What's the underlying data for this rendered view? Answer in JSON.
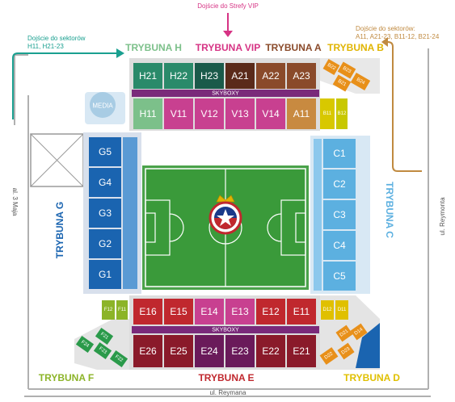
{
  "colors": {
    "trybuna_h": "#7cc08a",
    "trybuna_vip": "#d63384",
    "trybuna_a": "#8a4a2a",
    "trybuna_b": "#e0b400",
    "trybuna_c": "#5cb0e0",
    "trybuna_d": "#e0c000",
    "trybuna_e": "#c0282e",
    "trybuna_f": "#8cb428",
    "trybuna_g": "#1a64b0",
    "skyboxy": "#7a2a7a",
    "pitch": "#3a9a3a",
    "arrow_vip": "#d63384",
    "arrow_left": "#1aa090",
    "arrow_right": "#c08a40",
    "outer_wall": "#9a9a9a"
  },
  "annotations": {
    "vip_entrance": "Dojście do Strefy VIP",
    "left_entrance_line1": "Dojście do sektorów",
    "left_entrance_line2": "H11, H21-23",
    "right_entrance_line1": "Dojście do sektorów:",
    "right_entrance_line2": "A11, A21-23, B11-12, B21-24"
  },
  "stands": {
    "h": "TRYBUNA H",
    "vip": "TRYBUNA VIP",
    "a": "TRYBUNA A",
    "b": "TRYBUNA B",
    "c": "TRYBUNA C",
    "d": "TRYBUNA D",
    "e": "TRYBUNA E",
    "f": "TRYBUNA F",
    "g": "TRYBUNA G"
  },
  "streets": {
    "left": "al. 3 Maja",
    "right": "ul. Reymonta",
    "bottom": "ul. Reymana"
  },
  "media": "MEDIA",
  "skyboxy_north": "SKYBOXY",
  "skyboxy_south": "SKYBOXY",
  "sectors": {
    "north_upper": [
      {
        "label": "H21",
        "color": "#2a8a6a"
      },
      {
        "label": "H22",
        "color": "#2a8a6a"
      },
      {
        "label": "H23",
        "color": "#1a5a4a"
      },
      {
        "label": "A21",
        "color": "#5a2a1a"
      },
      {
        "label": "A22",
        "color": "#8a4a2a"
      },
      {
        "label": "A23",
        "color": "#8a4a2a"
      }
    ],
    "north_lower": [
      {
        "label": "H11",
        "color": "#7cc08a"
      },
      {
        "label": "V11",
        "color": "#c84090"
      },
      {
        "label": "V12",
        "color": "#c84090"
      },
      {
        "label": "V13",
        "color": "#c84090"
      },
      {
        "label": "V14",
        "color": "#c84090"
      },
      {
        "label": "A11",
        "color": "#c88a40"
      }
    ],
    "b_lower": [
      {
        "label": "B11",
        "color": "#d8c800"
      },
      {
        "label": "B12",
        "color": "#c8c800"
      }
    ],
    "b_upper": [
      "B22",
      "B23",
      "B21",
      "B24"
    ],
    "c": [
      "C1",
      "C2",
      "C3",
      "C4",
      "C5"
    ],
    "g": [
      "G5",
      "G4",
      "G3",
      "G2",
      "G1"
    ],
    "south_upper": [
      {
        "label": "E16",
        "color": "#c0282e"
      },
      {
        "label": "E15",
        "color": "#c0282e"
      },
      {
        "label": "E14",
        "color": "#c84090"
      },
      {
        "label": "E13",
        "color": "#c84090"
      },
      {
        "label": "E12",
        "color": "#c0282e"
      },
      {
        "label": "E11",
        "color": "#c0282e"
      }
    ],
    "south_lower": [
      {
        "label": "E26",
        "color": "#8a1a2a"
      },
      {
        "label": "E25",
        "color": "#8a1a2a"
      },
      {
        "label": "E24",
        "color": "#6a1a5a"
      },
      {
        "label": "E23",
        "color": "#6a1a5a"
      },
      {
        "label": "E22",
        "color": "#8a1a2a"
      },
      {
        "label": "E21",
        "color": "#8a1a2a"
      }
    ],
    "f_lower": [
      "F12",
      "F11"
    ],
    "f_upper": [
      "F24",
      "F21",
      "F23",
      "F22"
    ],
    "d_lower": [
      "D12",
      "D11"
    ],
    "d_upper": [
      "D14",
      "D21",
      "D23",
      "D22"
    ]
  }
}
